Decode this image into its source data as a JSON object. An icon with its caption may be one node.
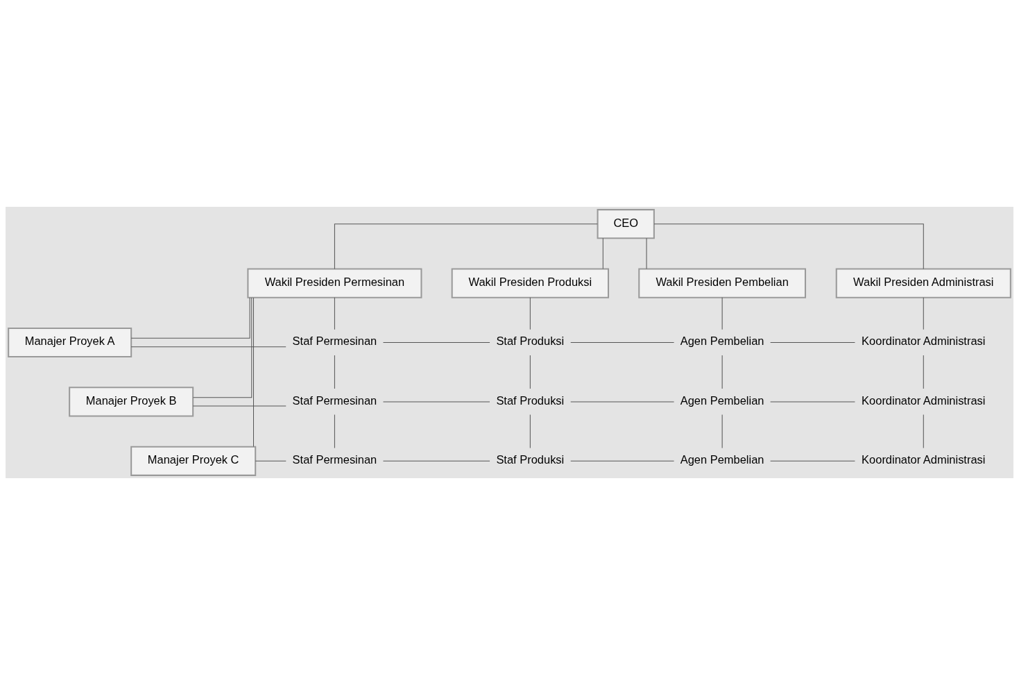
{
  "diagram": {
    "nodes": [
      {
        "text": [
          "CEO"
        ]
      },
      {
        "text": [
          "Wakil Presiden Permesinan"
        ]
      },
      {
        "text": [
          "Wakil Presiden Produksi"
        ]
      },
      {
        "text": [
          "Wakil Presiden Pembelian"
        ]
      },
      {
        "text": [
          "Wakil Presiden Administrasi"
        ]
      },
      {
        "text": [
          "Manajer Proyek A"
        ]
      },
      {
        "text": [
          "Manajer Proyek B"
        ]
      },
      {
        "text": [
          "Manajer Proyek C"
        ]
      },
      {
        "text": [
          "Staf Permesinan"
        ]
      },
      {
        "text": [
          "Staf Produksi"
        ]
      },
      {
        "text": [
          "Agen Pembelian"
        ]
      },
      {
        "text": [
          "Koordinator Administrasi"
        ]
      },
      {
        "text": [
          "Staf Permesinan"
        ]
      },
      {
        "text": [
          "Staf Produksi"
        ]
      },
      {
        "text": [
          "Agen Pembelian"
        ]
      },
      {
        "text": [
          "Koordinator Administrasi"
        ]
      },
      {
        "text": [
          "Staf Permesinan"
        ]
      },
      {
        "text": [
          "Staf Produksi"
        ]
      },
      {
        "text": [
          "Agen Pembelian"
        ]
      },
      {
        "text": [
          "Koordinator Administrasi"
        ]
      }
    ],
    "edges": [
      {
        "from": 0,
        "to": 1,
        "arrow": "none"
      },
      {
        "from": 0,
        "to": 2,
        "arrow": "none"
      },
      {
        "from": 0,
        "to": 3,
        "arrow": "none"
      },
      {
        "from": 0,
        "to": 4,
        "arrow": "none"
      },
      {
        "from": 1,
        "to": 5,
        "arrow": "none"
      },
      {
        "from": 1,
        "to": 6,
        "arrow": "none"
      },
      {
        "from": 1,
        "to": 7,
        "arrow": "none"
      },
      {
        "from": 1,
        "to": 8,
        "arrow": "none"
      },
      {
        "from": 8,
        "to": 12,
        "arrow": "none"
      },
      {
        "from": 12,
        "to": 16,
        "arrow": "none"
      },
      {
        "from": 2,
        "to": 9,
        "arrow": "none"
      },
      {
        "from": 9,
        "to": 13,
        "arrow": "none"
      },
      {
        "from": 13,
        "to": 17,
        "arrow": "none"
      },
      {
        "from": 3,
        "to": 10,
        "arrow": "none"
      },
      {
        "from": 10,
        "to": 14,
        "arrow": "none"
      },
      {
        "from": 14,
        "to": 18,
        "arrow": "none"
      },
      {
        "from": 4,
        "to": 11,
        "arrow": "none"
      },
      {
        "from": 11,
        "to": 15,
        "arrow": "none"
      },
      {
        "from": 15,
        "to": 19,
        "arrow": "none"
      },
      {
        "from": 5,
        "to": 8,
        "arrow": "none"
      },
      {
        "from": 8,
        "to": 9,
        "arrow": "none"
      },
      {
        "from": 9,
        "to": 10,
        "arrow": "none"
      },
      {
        "from": 10,
        "to": 11,
        "arrow": "none"
      },
      {
        "from": 6,
        "to": 12,
        "arrow": "none"
      },
      {
        "from": 12,
        "to": 13,
        "arrow": "none"
      },
      {
        "from": 13,
        "to": 14,
        "arrow": "none"
      },
      {
        "from": 14,
        "to": 15,
        "arrow": "none"
      },
      {
        "from": 7,
        "to": 16,
        "arrow": "none"
      },
      {
        "from": 16,
        "to": 17,
        "arrow": "none"
      },
      {
        "from": 17,
        "to": 18,
        "arrow": "none"
      },
      {
        "from": 18,
        "to": 19,
        "arrow": "none"
      }
    ]
  }
}
